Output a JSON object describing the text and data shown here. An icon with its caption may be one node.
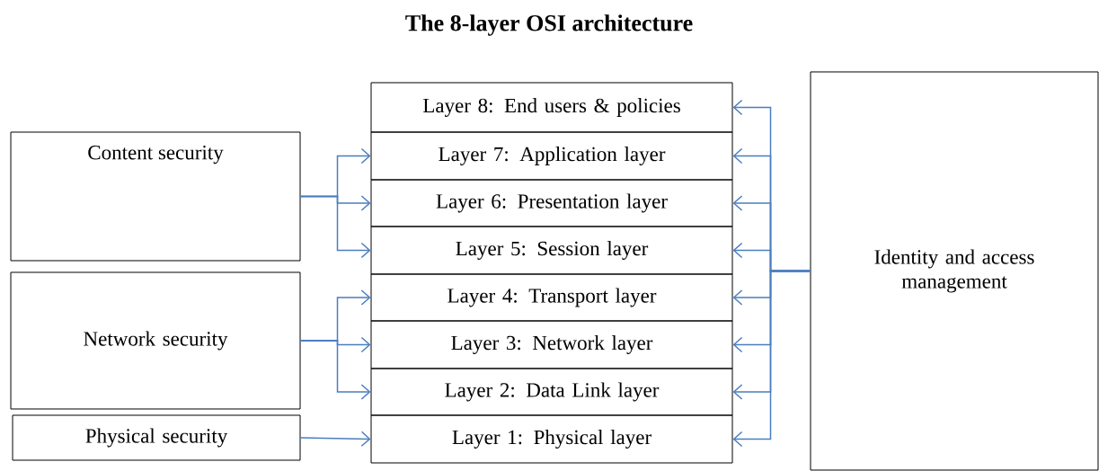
{
  "diagram": {
    "title": "The 8-layer OSI architecture",
    "nodes": [
      {
        "text": [
          "Content security"
        ]
      },
      {
        "text": [
          "Network security"
        ]
      },
      {
        "text": [
          "Physical security"
        ]
      },
      {
        "text": [
          "Layer 8: End users & policies"
        ]
      },
      {
        "text": [
          "Layer 7: Application layer"
        ]
      },
      {
        "text": [
          "Layer 6: Presentation layer"
        ]
      },
      {
        "text": [
          "Layer 5: Session layer"
        ]
      },
      {
        "text": [
          "Layer 4: Transport layer"
        ]
      },
      {
        "text": [
          "Layer 3: Network layer"
        ]
      },
      {
        "text": [
          "Layer 2: Data Link layer"
        ]
      },
      {
        "text": [
          "Layer 1: Physical layer"
        ]
      },
      {
        "text": [
          "Identity and access management"
        ]
      }
    ],
    "edges": [
      {
        "from": 0,
        "to": 4,
        "arrow": "to",
        "color": "#4a7ebf"
      },
      {
        "from": 0,
        "to": 5,
        "arrow": "to",
        "color": "#4a7ebf"
      },
      {
        "from": 0,
        "to": 6,
        "arrow": "to",
        "color": "#4a7ebf"
      },
      {
        "from": 1,
        "to": 7,
        "arrow": "to",
        "color": "#4a7ebf"
      },
      {
        "from": 1,
        "to": 8,
        "arrow": "to",
        "color": "#4a7ebf"
      },
      {
        "from": 1,
        "to": 9,
        "arrow": "to",
        "color": "#4a7ebf"
      },
      {
        "from": 2,
        "to": 10,
        "arrow": "to",
        "color": "#4a7ebf"
      },
      {
        "from": 11,
        "to": 3,
        "arrow": "to",
        "color": "#4a7ebf"
      },
      {
        "from": 11,
        "to": 4,
        "arrow": "to",
        "color": "#4a7ebf"
      },
      {
        "from": 11,
        "to": 5,
        "arrow": "to",
        "color": "#4a7ebf"
      },
      {
        "from": 11,
        "to": 6,
        "arrow": "to",
        "color": "#4a7ebf"
      },
      {
        "from": 11,
        "to": 7,
        "arrow": "to",
        "color": "#4a7ebf"
      },
      {
        "from": 11,
        "to": 8,
        "arrow": "to",
        "color": "#4a7ebf"
      },
      {
        "from": 11,
        "to": 9,
        "arrow": "to",
        "color": "#4a7ebf"
      },
      {
        "from": 11,
        "to": 10,
        "arrow": "to",
        "color": "#4a7ebf"
      }
    ]
  }
}
